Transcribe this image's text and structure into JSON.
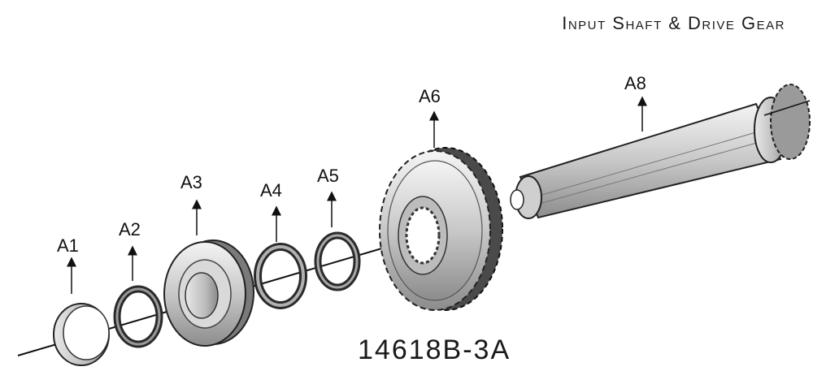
{
  "title": "Input Shaft & Drive Gear",
  "part_number": "14618B-3A",
  "callouts": [
    "A1",
    "A2",
    "A3",
    "A4",
    "A5",
    "A6",
    "A8"
  ]
}
